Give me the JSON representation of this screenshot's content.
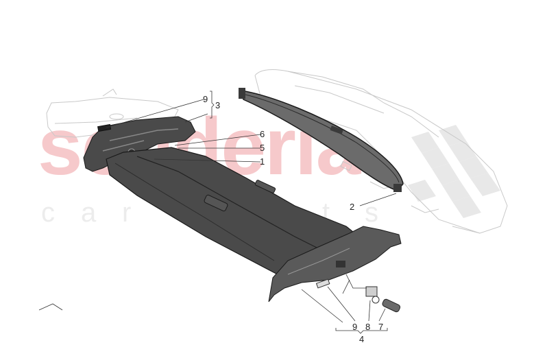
{
  "diagram": {
    "type": "exploded-parts-view",
    "subject": "Luggage compartment cover / roller blind assembly",
    "watermark": {
      "main_text": "scuderia",
      "sub_letters": [
        "c",
        "a",
        "r",
        "p",
        "a",
        "r",
        "t",
        "s"
      ],
      "main_color": "#f6c9cb",
      "sub_color": "#ececec"
    },
    "colors": {
      "part_fill": "#4a4a4a",
      "part_dark": "#2e2e2e",
      "part_outline": "#1a1a1a",
      "ghost_line": "#c8c8c8",
      "checker": "#e3e3e3",
      "leader_line": "#333333"
    },
    "callouts": [
      {
        "id": "9",
        "label": "9",
        "target": "clip (upper left)"
      },
      {
        "id": "3",
        "label": "3",
        "target": "group bracket: 9 + side trim"
      },
      {
        "id": "6",
        "label": "6",
        "target": "screw"
      },
      {
        "id": "5",
        "label": "5",
        "target": "clip"
      },
      {
        "id": "1",
        "label": "1",
        "target": "roller blind / cover panel"
      },
      {
        "id": "2",
        "label": "2",
        "target": "rear parcel shelf cover"
      },
      {
        "id": "9b",
        "label": "9",
        "target": "clip (lower)"
      },
      {
        "id": "8",
        "label": "8",
        "target": "bracket"
      },
      {
        "id": "7",
        "label": "7",
        "target": "bushing"
      },
      {
        "id": "4",
        "label": "4",
        "target": "group bracket: 9 + 8 + 7"
      }
    ]
  }
}
